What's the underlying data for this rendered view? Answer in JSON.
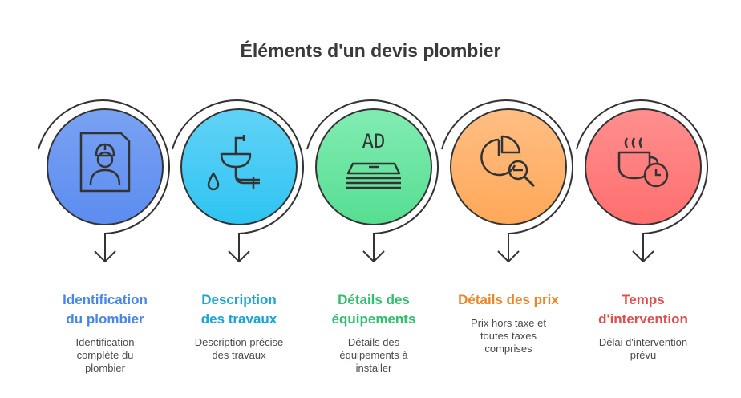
{
  "title": "Éléments d'un devis plombier",
  "steps": [
    {
      "title_lines": [
        "Identification",
        "du plombier"
      ],
      "desc_lines": [
        "Identification",
        "complète du",
        "plombier"
      ],
      "color": "#4a86e8",
      "fill_top": "#7aa2f2",
      "fill_bottom": "#5b8cf0",
      "icon": "plumber-id-card-icon"
    },
    {
      "title_lines": [
        "Description",
        "des travaux"
      ],
      "desc_lines": [
        "Description précise",
        "des travaux"
      ],
      "color": "#1aa3d9",
      "fill_top": "#62d2f6",
      "fill_bottom": "#2ec4f2",
      "icon": "sink-pipe-icon"
    },
    {
      "title_lines": [
        "Détails des",
        "équipements"
      ],
      "desc_lines": [
        "Détails des",
        "équipements à",
        "installer"
      ],
      "color": "#2fbf6e",
      "fill_top": "#82ecb2",
      "fill_bottom": "#56de92",
      "icon": "equipment-ad-icon"
    },
    {
      "title_lines": [
        "Détails des prix"
      ],
      "desc_lines": [
        "Prix hors taxe et",
        "toutes taxes",
        "comprises"
      ],
      "color": "#e8862a",
      "fill_top": "#ffbe84",
      "fill_bottom": "#ffa858",
      "icon": "price-chart-magnifier-icon"
    },
    {
      "title_lines": [
        "Temps",
        "d'intervention"
      ],
      "desc_lines": [
        "Délai d'intervention",
        "prévu"
      ],
      "color": "#e04e4e",
      "fill_top": "#ff8f8f",
      "fill_bottom": "#ff6e6e",
      "icon": "coffee-clock-icon"
    }
  ]
}
